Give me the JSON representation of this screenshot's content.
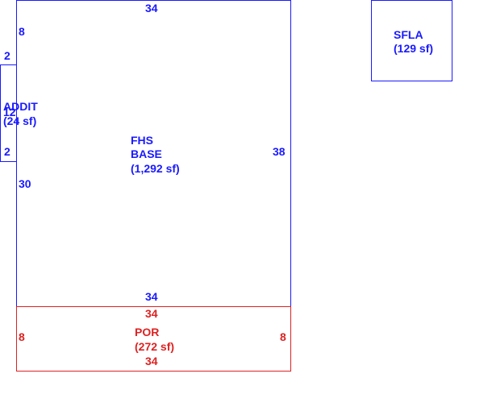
{
  "colors": {
    "blue": "#1a1aff",
    "red": "#dd2222"
  },
  "main": {
    "name_line1": "FHS",
    "name_line2": "BASE",
    "area": "(1,292 sf)",
    "dim_top": "34",
    "dim_bottom": "34",
    "dim_right": "38",
    "dim_left_upper": "8",
    "dim_left_lower": "30"
  },
  "addition": {
    "name": "ADDIT",
    "area": "(24 sf)",
    "dim_top": "2",
    "dim_middle": "12",
    "dim_bottom": "2"
  },
  "porch": {
    "name": "POR",
    "area": "(272 sf)",
    "dim_top": "34",
    "dim_bottom": "34",
    "dim_left": "8",
    "dim_right": "8"
  },
  "sfla": {
    "name": "SFLA",
    "area": "(129 sf)"
  }
}
